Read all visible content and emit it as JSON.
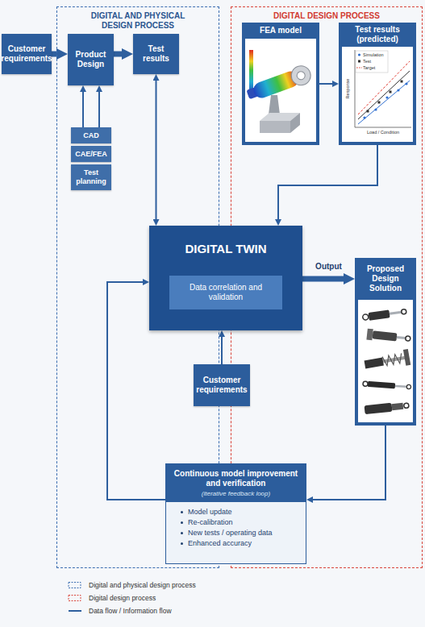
{
  "diagram": {
    "nodes": [
      {
        "text": [
          "DIGITAL AND PHYSICAL DESIGN PROCESS"
        ]
      },
      {
        "text": [
          "DIGITAL DESIGN PROCESS"
        ]
      },
      {
        "text": [
          "Customer requirements"
        ]
      },
      {
        "text": [
          "Product Design"
        ],
        "in": 0
      },
      {
        "text": [
          "Test results"
        ],
        "in": 0
      },
      {
        "text": [
          "CAD"
        ],
        "in": 0
      },
      {
        "text": [
          "CAE/FEA"
        ],
        "in": 0
      },
      {
        "text": [
          "Test planning"
        ],
        "in": 0
      },
      {
        "text": [
          "FEA model"
        ],
        "in": 1
      },
      {
        "text": [
          "Test results (predicted)"
        ],
        "in": 1
      },
      {
        "text": [
          "DIGITAL TWIN"
        ]
      },
      {
        "text": [
          "Data correlation and validation"
        ],
        "in": 10
      },
      {
        "text": [
          "Proposed Design Solution"
        ],
        "in": 1
      },
      {
        "text": [
          "Customer requirements"
        ]
      },
      {
        "text": [
          "Continuous model improvement and verification",
          "(iterative feedback loop)",
          "Model update",
          "Re-calibration",
          "New tests / operating data",
          "Enhanced accuracy"
        ]
      }
    ],
    "edges": [
      {
        "from": 2,
        "to": 3,
        "arrow": "to"
      },
      {
        "from": 3,
        "to": 4,
        "arrow": "to"
      },
      {
        "from": 5,
        "to": 3,
        "arrow": "to"
      },
      {
        "from": 5,
        "to": 3,
        "arrow": "to"
      },
      {
        "from": 4,
        "to": 10,
        "arrow": "both"
      },
      {
        "from": 8,
        "to": 9,
        "arrow": "to"
      },
      {
        "from": 9,
        "to": 10,
        "arrow": "to"
      },
      {
        "from": 10,
        "to": 12,
        "label": "Output",
        "arrow": "to"
      },
      {
        "from": 13,
        "to": 10,
        "arrow": "to"
      },
      {
        "from": 12,
        "to": 14,
        "arrow": "to"
      },
      {
        "from": 14,
        "to": 10,
        "arrow": "to"
      }
    ],
    "labels": [
      "Simulation",
      "Test",
      "Target",
      "Load / Condition",
      "Response"
    ],
    "legend": [
      {
        "text": "Digital and physical design process"
      },
      {
        "text": "Digital design process"
      },
      {
        "text": "Data flow / Information flow"
      }
    ]
  }
}
